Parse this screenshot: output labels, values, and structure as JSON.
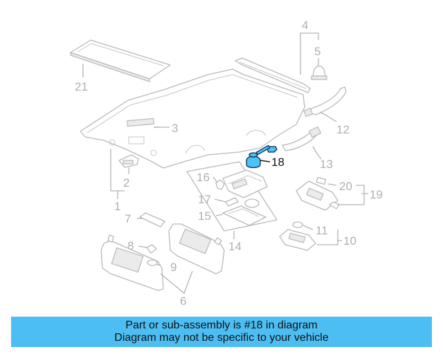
{
  "diagram": {
    "callouts": {
      "c1": "1",
      "c2": "2",
      "c3": "3",
      "c4": "4",
      "c5": "5",
      "c6": "6",
      "c7": "7",
      "c8": "8",
      "c9": "9",
      "c10": "10",
      "c11": "11",
      "c12": "12",
      "c13": "13",
      "c14": "14",
      "c15": "15",
      "c16": "16",
      "c17": "17",
      "c18": "18",
      "c19": "19",
      "c20": "20",
      "c21": "21"
    },
    "highlighted_part": "18",
    "colors": {
      "highlight": "#4ec1f5",
      "banner": "#4dbef3",
      "linework": "#b8b8b8"
    }
  },
  "banner": {
    "line1": "Part or sub-assembly is #18 in diagram",
    "line2": "Diagram may not be specific to your vehicle"
  }
}
